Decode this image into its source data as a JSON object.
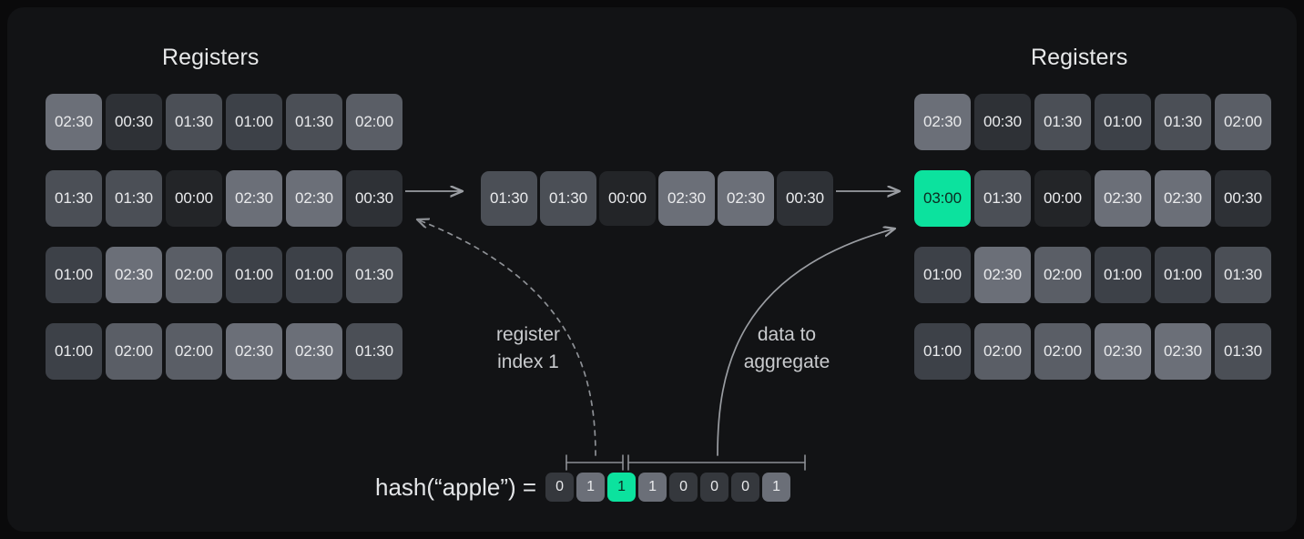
{
  "panels": {
    "left_title": "Registers",
    "right_title": "Registers"
  },
  "left_registers": {
    "rows": [
      [
        "02:30",
        "00:30",
        "01:30",
        "01:00",
        "01:30",
        "02:00"
      ],
      [
        "01:30",
        "01:30",
        "00:00",
        "02:30",
        "02:30",
        "00:30"
      ],
      [
        "01:00",
        "02:30",
        "02:00",
        "01:00",
        "01:00",
        "01:30"
      ],
      [
        "01:00",
        "02:00",
        "02:00",
        "02:30",
        "02:30",
        "01:30"
      ]
    ]
  },
  "right_registers": {
    "rows": [
      [
        "02:30",
        "00:30",
        "01:30",
        "01:00",
        "01:30",
        "02:00"
      ],
      [
        "03:00",
        "01:30",
        "00:00",
        "02:30",
        "02:30",
        "00:30"
      ],
      [
        "01:00",
        "02:30",
        "02:00",
        "01:00",
        "01:00",
        "01:30"
      ],
      [
        "01:00",
        "02:00",
        "02:00",
        "02:30",
        "02:30",
        "01:30"
      ]
    ],
    "highlighted": {
      "row": 1,
      "col": 0,
      "value": "03:00"
    }
  },
  "middle_row": {
    "values": [
      "01:30",
      "01:30",
      "00:00",
      "02:30",
      "02:30",
      "00:30"
    ]
  },
  "annotations": {
    "register_index": "register\nindex 1",
    "data_to_aggregate": "data to\naggregate"
  },
  "hash": {
    "label": "hash(“apple”)  =",
    "bits": [
      "0",
      "1",
      "1",
      "1",
      "0",
      "0",
      "0",
      "1"
    ],
    "highlighted_bit_index": 2,
    "index_bits_span": [
      0,
      1
    ],
    "payload_bits_span": [
      2,
      7
    ]
  },
  "colors": {
    "page_background": "#0a0a0b",
    "card_background": "#121315",
    "accent_green": "#0ce29e",
    "text_primary": "#e9eaec",
    "text_muted": "#c9cbce",
    "shade_0000": "#232528",
    "shade_0030": "#2e3136",
    "shade_0100": "#3d4148",
    "shade_0130": "#4b4f56",
    "shade_0200": "#5a5e66",
    "shade_0230": "#6b6f78"
  }
}
